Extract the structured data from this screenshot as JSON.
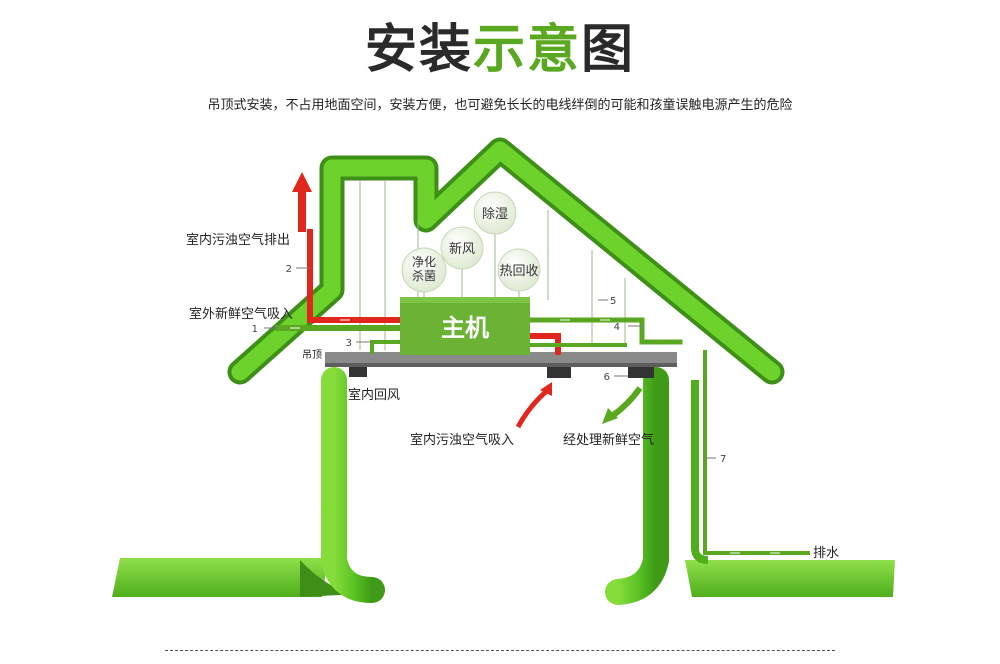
{
  "header": {
    "title_part1": "安装",
    "title_part2": "示意",
    "title_part3": "图",
    "subtitle": "吊顶式安装，不占用地面空间，安装方便，也可避免长长的电线绊倒的可能和孩童误触电源产生的危险"
  },
  "diagram": {
    "main_unit": "主机",
    "functions": [
      "除湿",
      "新风",
      "净化杀菌",
      "热回收"
    ],
    "ceiling_label": "吊顶",
    "labels": {
      "exhaust_out": "室内污浊空气排出",
      "fresh_in": "室外新鲜空气吸入",
      "indoor_return": "室内回风",
      "dirty_in": "室内污浊空气吸入",
      "treated_fresh": "经处理新鲜空气",
      "drain": "排水"
    },
    "pipe_numbers": [
      "1",
      "2",
      "3",
      "4",
      "5",
      "6",
      "7"
    ],
    "colors": {
      "house_green": "#5cc424",
      "house_dark": "#3e8f17",
      "pipe_green": "#5aa820",
      "pipe_red": "#e0261d",
      "unit_green": "#6ab334",
      "ceiling_gray": "#8a8a8a"
    }
  }
}
